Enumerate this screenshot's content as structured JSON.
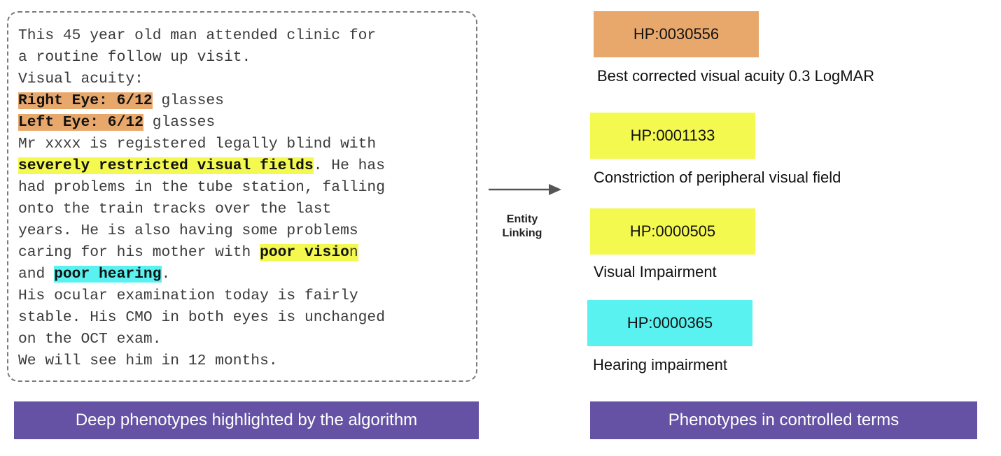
{
  "clinical_note": {
    "lines": [
      [
        {
          "text": "This 45 year old man attended clinic for"
        }
      ],
      [
        {
          "text": "a routine follow up visit."
        }
      ],
      [
        {
          "text": "Visual acuity:"
        }
      ],
      [
        {
          "text": "Right Eye: 6/12",
          "hl": "orange"
        },
        {
          "text": " glasses"
        }
      ],
      [
        {
          "text": "Left Eye: 6/12",
          "hl": "orange"
        },
        {
          "text": " glasses"
        }
      ],
      [
        {
          "text": "Mr xxxx is registered legally blind with"
        }
      ],
      [
        {
          "text": "severely restricted visual fields",
          "hl": "yellow"
        },
        {
          "text": ". He has"
        }
      ],
      [
        {
          "text": "had problems in the tube station, falling"
        }
      ],
      [
        {
          "text": "onto the train tracks over the last"
        }
      ],
      [
        {
          "text": "years. He is also having some problems"
        }
      ],
      [
        {
          "text": "caring for his mother with "
        },
        {
          "text": "poor visio",
          "hl": "yellow"
        },
        {
          "text": "n",
          "hl": "yellow",
          "plain": true
        }
      ],
      [
        {
          "text": "and "
        },
        {
          "text": "poor hearing",
          "hl": "cyan"
        },
        {
          "text": "."
        }
      ],
      [
        {
          "text": "His ocular examination today is fairly"
        }
      ],
      [
        {
          "text": "stable. His CMO in both eyes is unchanged"
        }
      ],
      [
        {
          "text": "on the OCT exam."
        }
      ],
      [
        {
          "text": "We will see him in 12 months."
        }
      ]
    ]
  },
  "arrow_label": {
    "line1": "Entity",
    "line2": "Linking"
  },
  "terms": [
    {
      "code": "HP:0030556",
      "label": "Best corrected visual acuity 0.3 LogMAR",
      "color": "#e8a86c"
    },
    {
      "code": "HP:0001133",
      "label": "Constriction of peripheral visual field",
      "color": "#f4f950"
    },
    {
      "code": "HP:0000505",
      "label": "Visual Impairment",
      "color": "#f4f950"
    },
    {
      "code": "HP:0000365",
      "label": "Hearing impairment",
      "color": "#59f2f0"
    }
  ],
  "captions": {
    "left": "Deep phenotypes highlighted by the algorithm",
    "right": "Phenotypes in controlled terms"
  },
  "colors": {
    "caption_bg": "#6552a5",
    "orange": "#e8a86c",
    "yellow": "#f4f950",
    "cyan": "#59f2f0"
  }
}
